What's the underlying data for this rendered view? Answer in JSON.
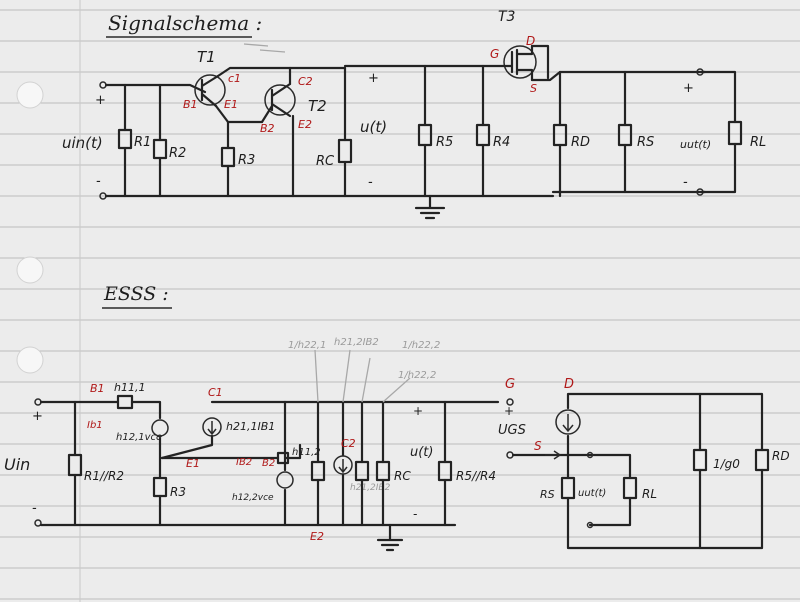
{
  "section1": {
    "title": "Signalschema :",
    "labels": {
      "T1": "T1",
      "T2": "T2",
      "T3": "T3",
      "G": "G",
      "D": "D",
      "S": "S",
      "B1": "B1",
      "E1": "E1",
      "C1": "c1",
      "B2": "B2",
      "E2": "E2",
      "C2": "C2",
      "R1": "R1",
      "R2": "R2",
      "R3": "R3",
      "RC": "RC",
      "R5": "R5",
      "R4": "R4",
      "RD": "RD",
      "RS": "RS",
      "RL": "RL",
      "uin": "uin(t)",
      "ut": "u(t)",
      "uut": "uut(t)",
      "plus": "+",
      "minus": "-"
    }
  },
  "section2": {
    "title": "ESSS :",
    "labels": {
      "B1": "B1",
      "Ib1": "Ib1",
      "h11": "h11,1",
      "h12vce": "h12,1vce",
      "C1": "C1",
      "h21Ib1": "h21,1IB1",
      "E1": "E1",
      "R3": "R3",
      "B2": "B2",
      "Ib2": "IB2",
      "h11_2": "h11,2",
      "h12_2": "h12,2vce",
      "E2": "E2",
      "C2": "C2",
      "h21Ib2": "h21,2IB2",
      "h22_1": "1/h22,1",
      "h22_2": "1/h22,2",
      "h22_2b": "1/h22,2",
      "R1R2": "R1//R2",
      "RC": "RC",
      "R5R4": "R5//R4",
      "ut": "u(t)",
      "uin": "Uin",
      "G": "G",
      "D": "D",
      "S": "S",
      "ugs": "UGS",
      "RS": "RS",
      "uut": "uut(t)",
      "RL": "RL",
      "go": "1/g0",
      "RD": "RD",
      "plus": "+",
      "minus": "-"
    }
  }
}
